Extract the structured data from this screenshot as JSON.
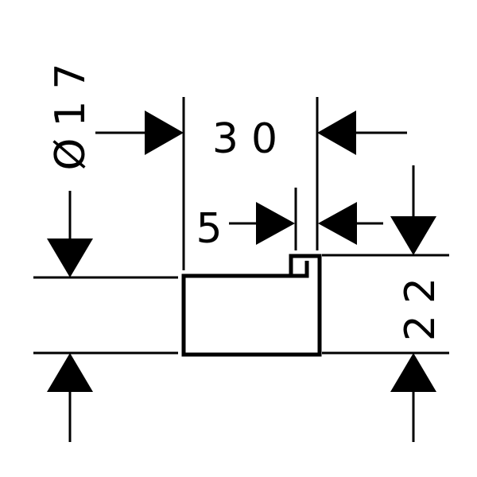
{
  "dimensions": {
    "diameter": "Ø17",
    "width": "30",
    "offset": "5",
    "height": "22"
  },
  "colors": {
    "line": "#000000",
    "background": "#ffffff"
  }
}
